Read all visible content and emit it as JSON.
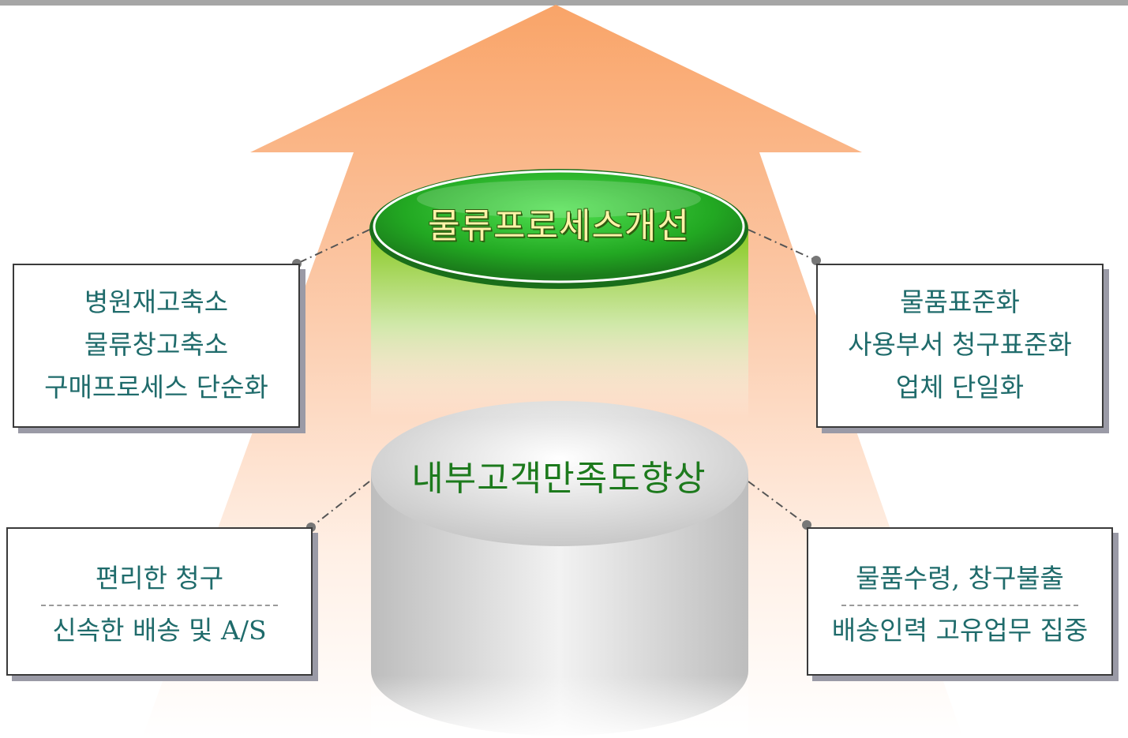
{
  "colors": {
    "arrow_orange": "#f7a66b",
    "green_disc": "#2db82d",
    "grey_cylinder": "#d0d0d0",
    "text_teal": "#1f6b6b",
    "top_label": "#fff3a8",
    "mid_label": "#1d7a1d"
  },
  "cylinder": {
    "top_label": "물류프로세스개선",
    "bottom_label": "내부고객만족도향상"
  },
  "boxes": {
    "top_left": {
      "lines": [
        "병원재고축소",
        "물류창고축소",
        "구매프로세스 단순화"
      ]
    },
    "top_right": {
      "lines": [
        "물품표준화",
        "사용부서 청구표준화",
        "업체 단일화"
      ]
    },
    "bottom_left": {
      "lines": [
        "편리한 청구",
        "신속한 배송 및 A/S"
      ]
    },
    "bottom_right": {
      "lines": [
        "물품수령, 창구불출",
        "배송인력 고유업무 집중"
      ]
    }
  }
}
